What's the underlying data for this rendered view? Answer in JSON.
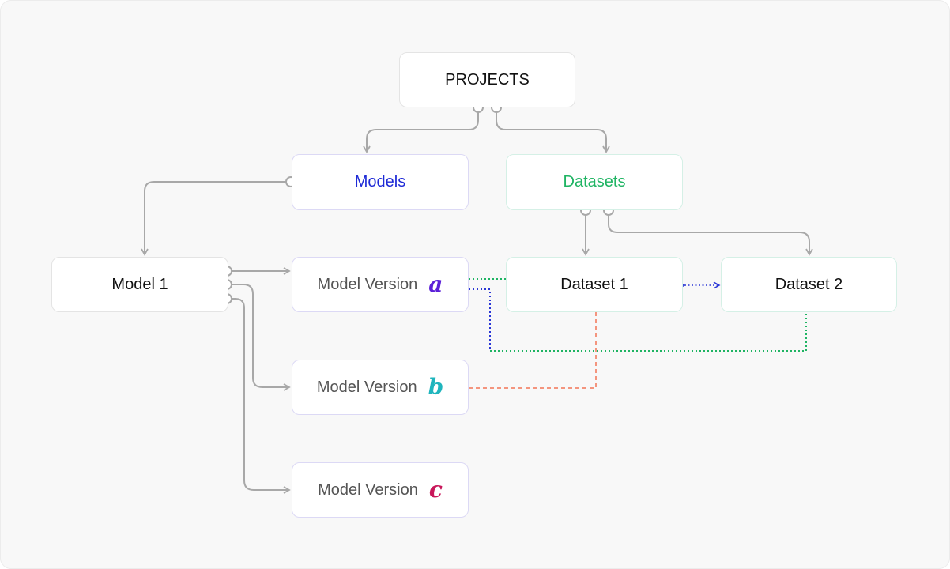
{
  "nodes": {
    "projects": "PROJECTS",
    "models": "Models",
    "datasets": "Datasets",
    "model1": "Model 1",
    "dataset1": "Dataset 1",
    "dataset2": "Dataset 2",
    "mv_label": "Model Version",
    "mv_a": "a",
    "mv_b": "b",
    "mv_c": "c"
  },
  "colors": {
    "models_text": "#1e2ad6",
    "datasets_text": "#1fb463",
    "version_a": "#5b1fd8",
    "version_b": "#1fb5bd",
    "version_c": "#c8175a",
    "connector": "#a8a8a8",
    "link_blue": "#2a36d6",
    "link_green": "#1fb463",
    "link_salmon": "#f4957e"
  }
}
